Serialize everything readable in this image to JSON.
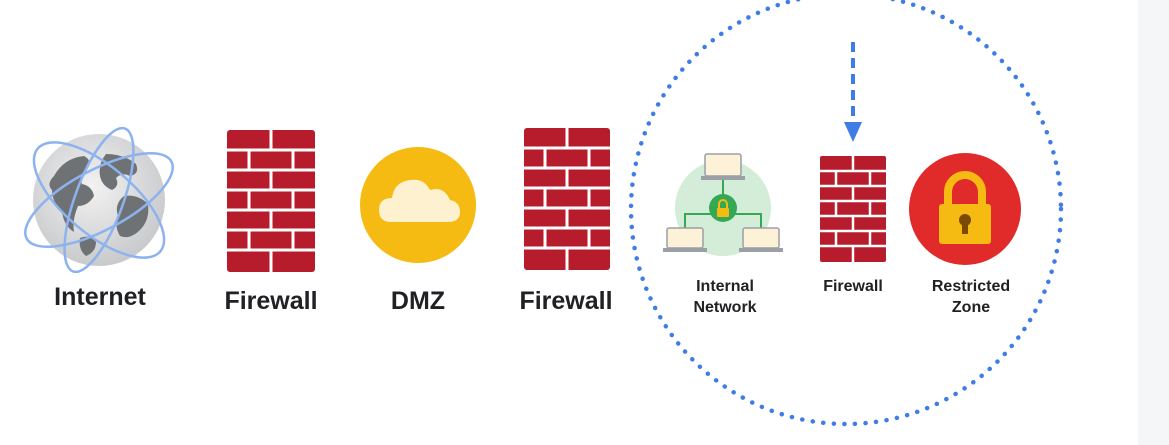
{
  "nodes": {
    "internet": {
      "label": "Internet"
    },
    "firewall_outer": {
      "label": "Firewall"
    },
    "dmz": {
      "label": "DMZ"
    },
    "firewall_inner": {
      "label": "Firewall"
    },
    "internal_network": {
      "label_line1": "Internal",
      "label_line2": "Network"
    },
    "firewall_zone": {
      "label": "Firewall"
    },
    "restricted_zone": {
      "label_line1": "Restricted",
      "label_line2": "Zone"
    }
  },
  "colors": {
    "firewall_red": "#b71c2c",
    "firewall_mortar": "#ffffff",
    "dmz_yellow": "#f6bb12",
    "restricted_red": "#e12a2a",
    "lock_yellow": "#f6bb12",
    "network_green": "#d4edd8",
    "accent_blue": "#3f7de6",
    "globe_gray": "#7a7d80"
  },
  "icons": [
    "globe-icon",
    "brick-wall-icon",
    "cloud-icon",
    "network-icon",
    "padlock-icon",
    "dashed-arrow-icon"
  ]
}
